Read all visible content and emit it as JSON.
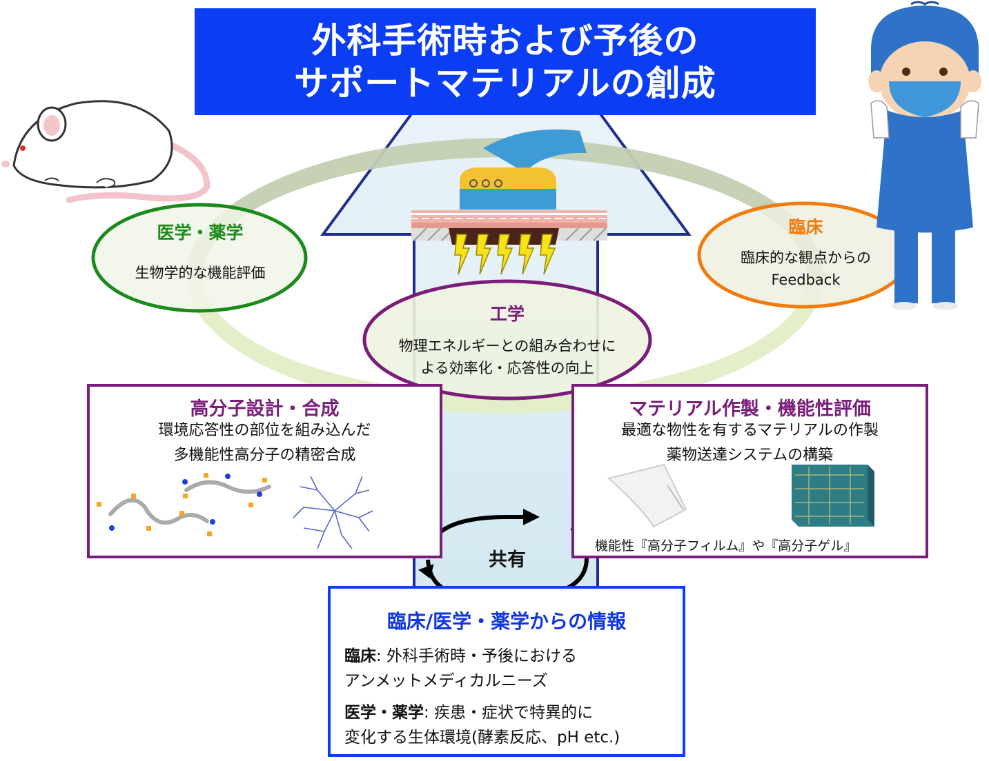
{
  "title": {
    "line1": "外科手術時および予後の",
    "line2": "サポートマテリアルの創成"
  },
  "medicine": {
    "title": "医学・薬学",
    "subtitle": "生物学的な機能評価"
  },
  "clinical": {
    "title": "臨床",
    "subtitle_line1": "臨床的な観点からの",
    "subtitle_line2": "Feedback"
  },
  "engineering": {
    "title": "工学",
    "subtitle_line1": "物理エネルギーとの組み合わせに",
    "subtitle_line2": "よる効率化・応答性の向上"
  },
  "polymer_design": {
    "title": "高分子設計・合成",
    "line1": "環境応答性の部位を組み込んだ",
    "line2": "多機能性高分子の精密合成"
  },
  "material": {
    "title": "マテリアル作製・機能性評価",
    "line1": "最適な物性を有するマテリアルの作製",
    "line2": "薬物送達システムの構築",
    "caption": "機能性『高分子フィルム』や『高分子ゲル』"
  },
  "share": {
    "label": "共有"
  },
  "info": {
    "title": "臨床/医学・薬学からの情報",
    "clinical_label": "臨床",
    "clinical_text_1": ": 外科手術時・予後における",
    "clinical_text_2": "アンメットメディカルニーズ",
    "med_label": "医学・薬学",
    "med_text_1": ": 疾患・症状で特異的に",
    "med_text_2": "変化する生体環境(酵素反応、pH etc.)"
  },
  "colors": {
    "title_bg": "#0b3ef2",
    "medicine": "#1a8a1a",
    "clinical": "#f27b0c",
    "engineering": "#7a1d7a",
    "info_border": "#0b3ef2"
  }
}
